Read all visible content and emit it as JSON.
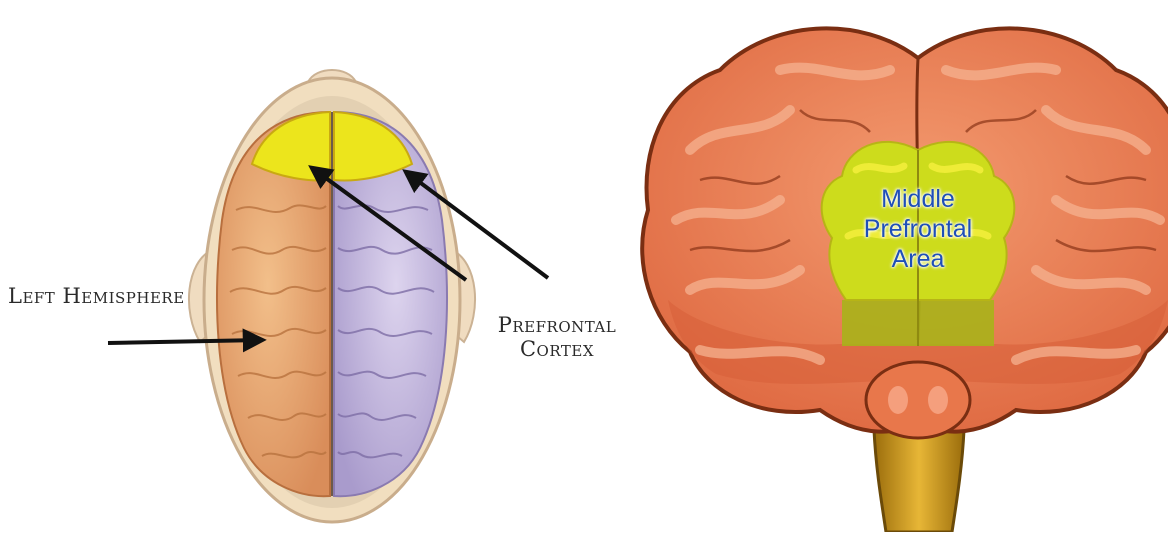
{
  "left_figure": {
    "label_hemisphere": "Left Hemisphere",
    "label_prefrontal_line1": "Prefrontal",
    "label_prefrontal_line2": "Cortex"
  },
  "right_figure": {
    "label_line1": "Middle",
    "label_line2": "Prefrontal",
    "label_line3": "Area"
  },
  "colors": {
    "left_hemisphere": "#e8a874",
    "right_hemisphere": "#c9bde0",
    "prefrontal_highlight": "#ece51c",
    "brain_orange": "#ec7f55",
    "middle_prefrontal_area": "#cddc1c",
    "label_blue": "#1f4fb8"
  }
}
